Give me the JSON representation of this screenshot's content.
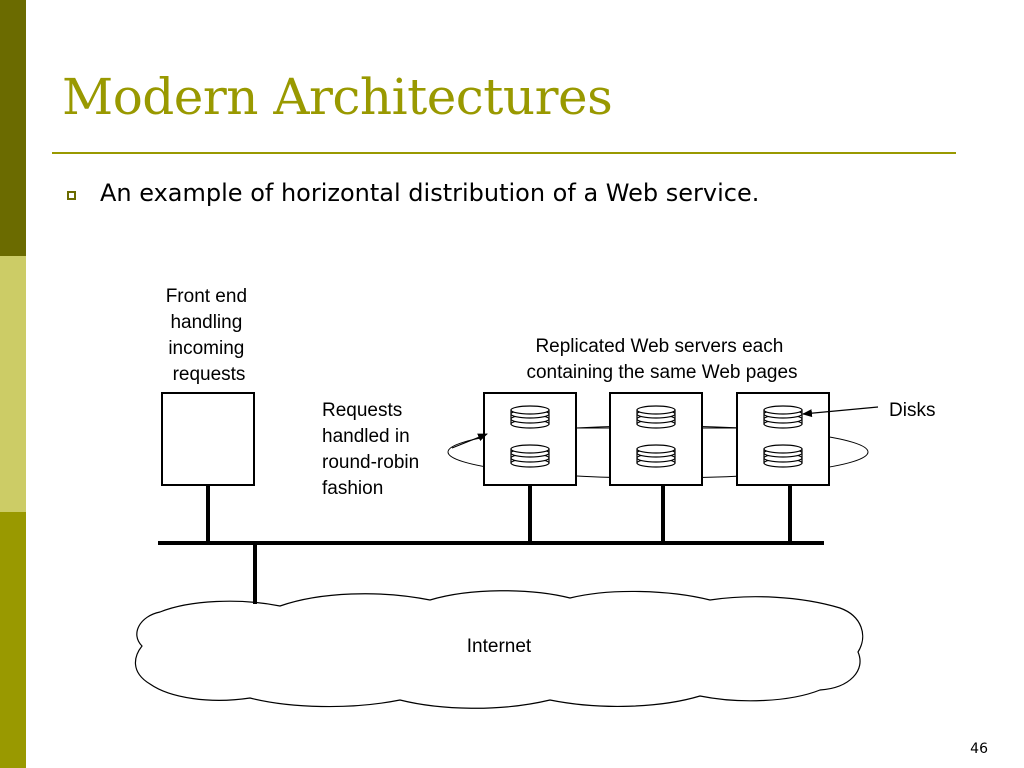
{
  "slide": {
    "title": "Modern Architectures",
    "bullet": "An example of horizontal distribution of a Web service.",
    "page_number": "46",
    "colors": {
      "accent": "#999900",
      "sidebar_dark": "#6b6b00",
      "sidebar_light": "#cccc66"
    }
  },
  "diagram": {
    "front_end_label": [
      "Front end",
      "handling",
      "incoming",
      "requests"
    ],
    "servers_label": [
      "Replicated Web servers each",
      "containing the same Web pages"
    ],
    "requests_label": [
      "Requests",
      "handled in",
      "round-robin",
      "fashion"
    ],
    "disks_label": "Disks",
    "internet_label": "Internet"
  }
}
